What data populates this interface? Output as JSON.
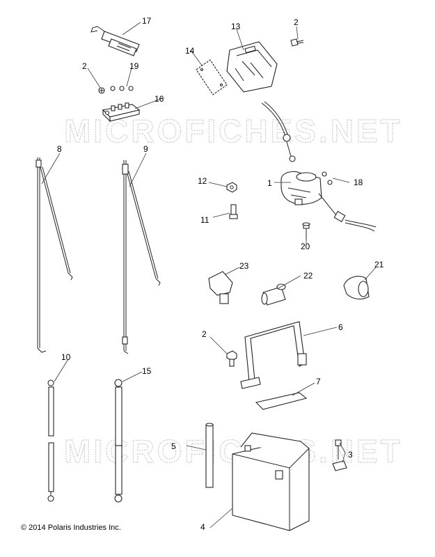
{
  "watermark": {
    "top": "MICROFICHES.NET",
    "bottom": "MICROFICHES.NET"
  },
  "callouts": {
    "c1": "1",
    "c2a": "2",
    "c2b": "2",
    "c2c": "2",
    "c3": "3",
    "c4": "4",
    "c5": "5",
    "c6": "6",
    "c7": "7",
    "c8": "8",
    "c9": "9",
    "c10": "10",
    "c11": "11",
    "c12": "12",
    "c13": "13",
    "c14": "14",
    "c15": "15",
    "c16": "16",
    "c17": "17",
    "c18": "18",
    "c19": "19",
    "c20": "20",
    "c21": "21",
    "c22": "22",
    "c23": "23"
  },
  "copyright": "© 2014 Polaris Industries Inc."
}
